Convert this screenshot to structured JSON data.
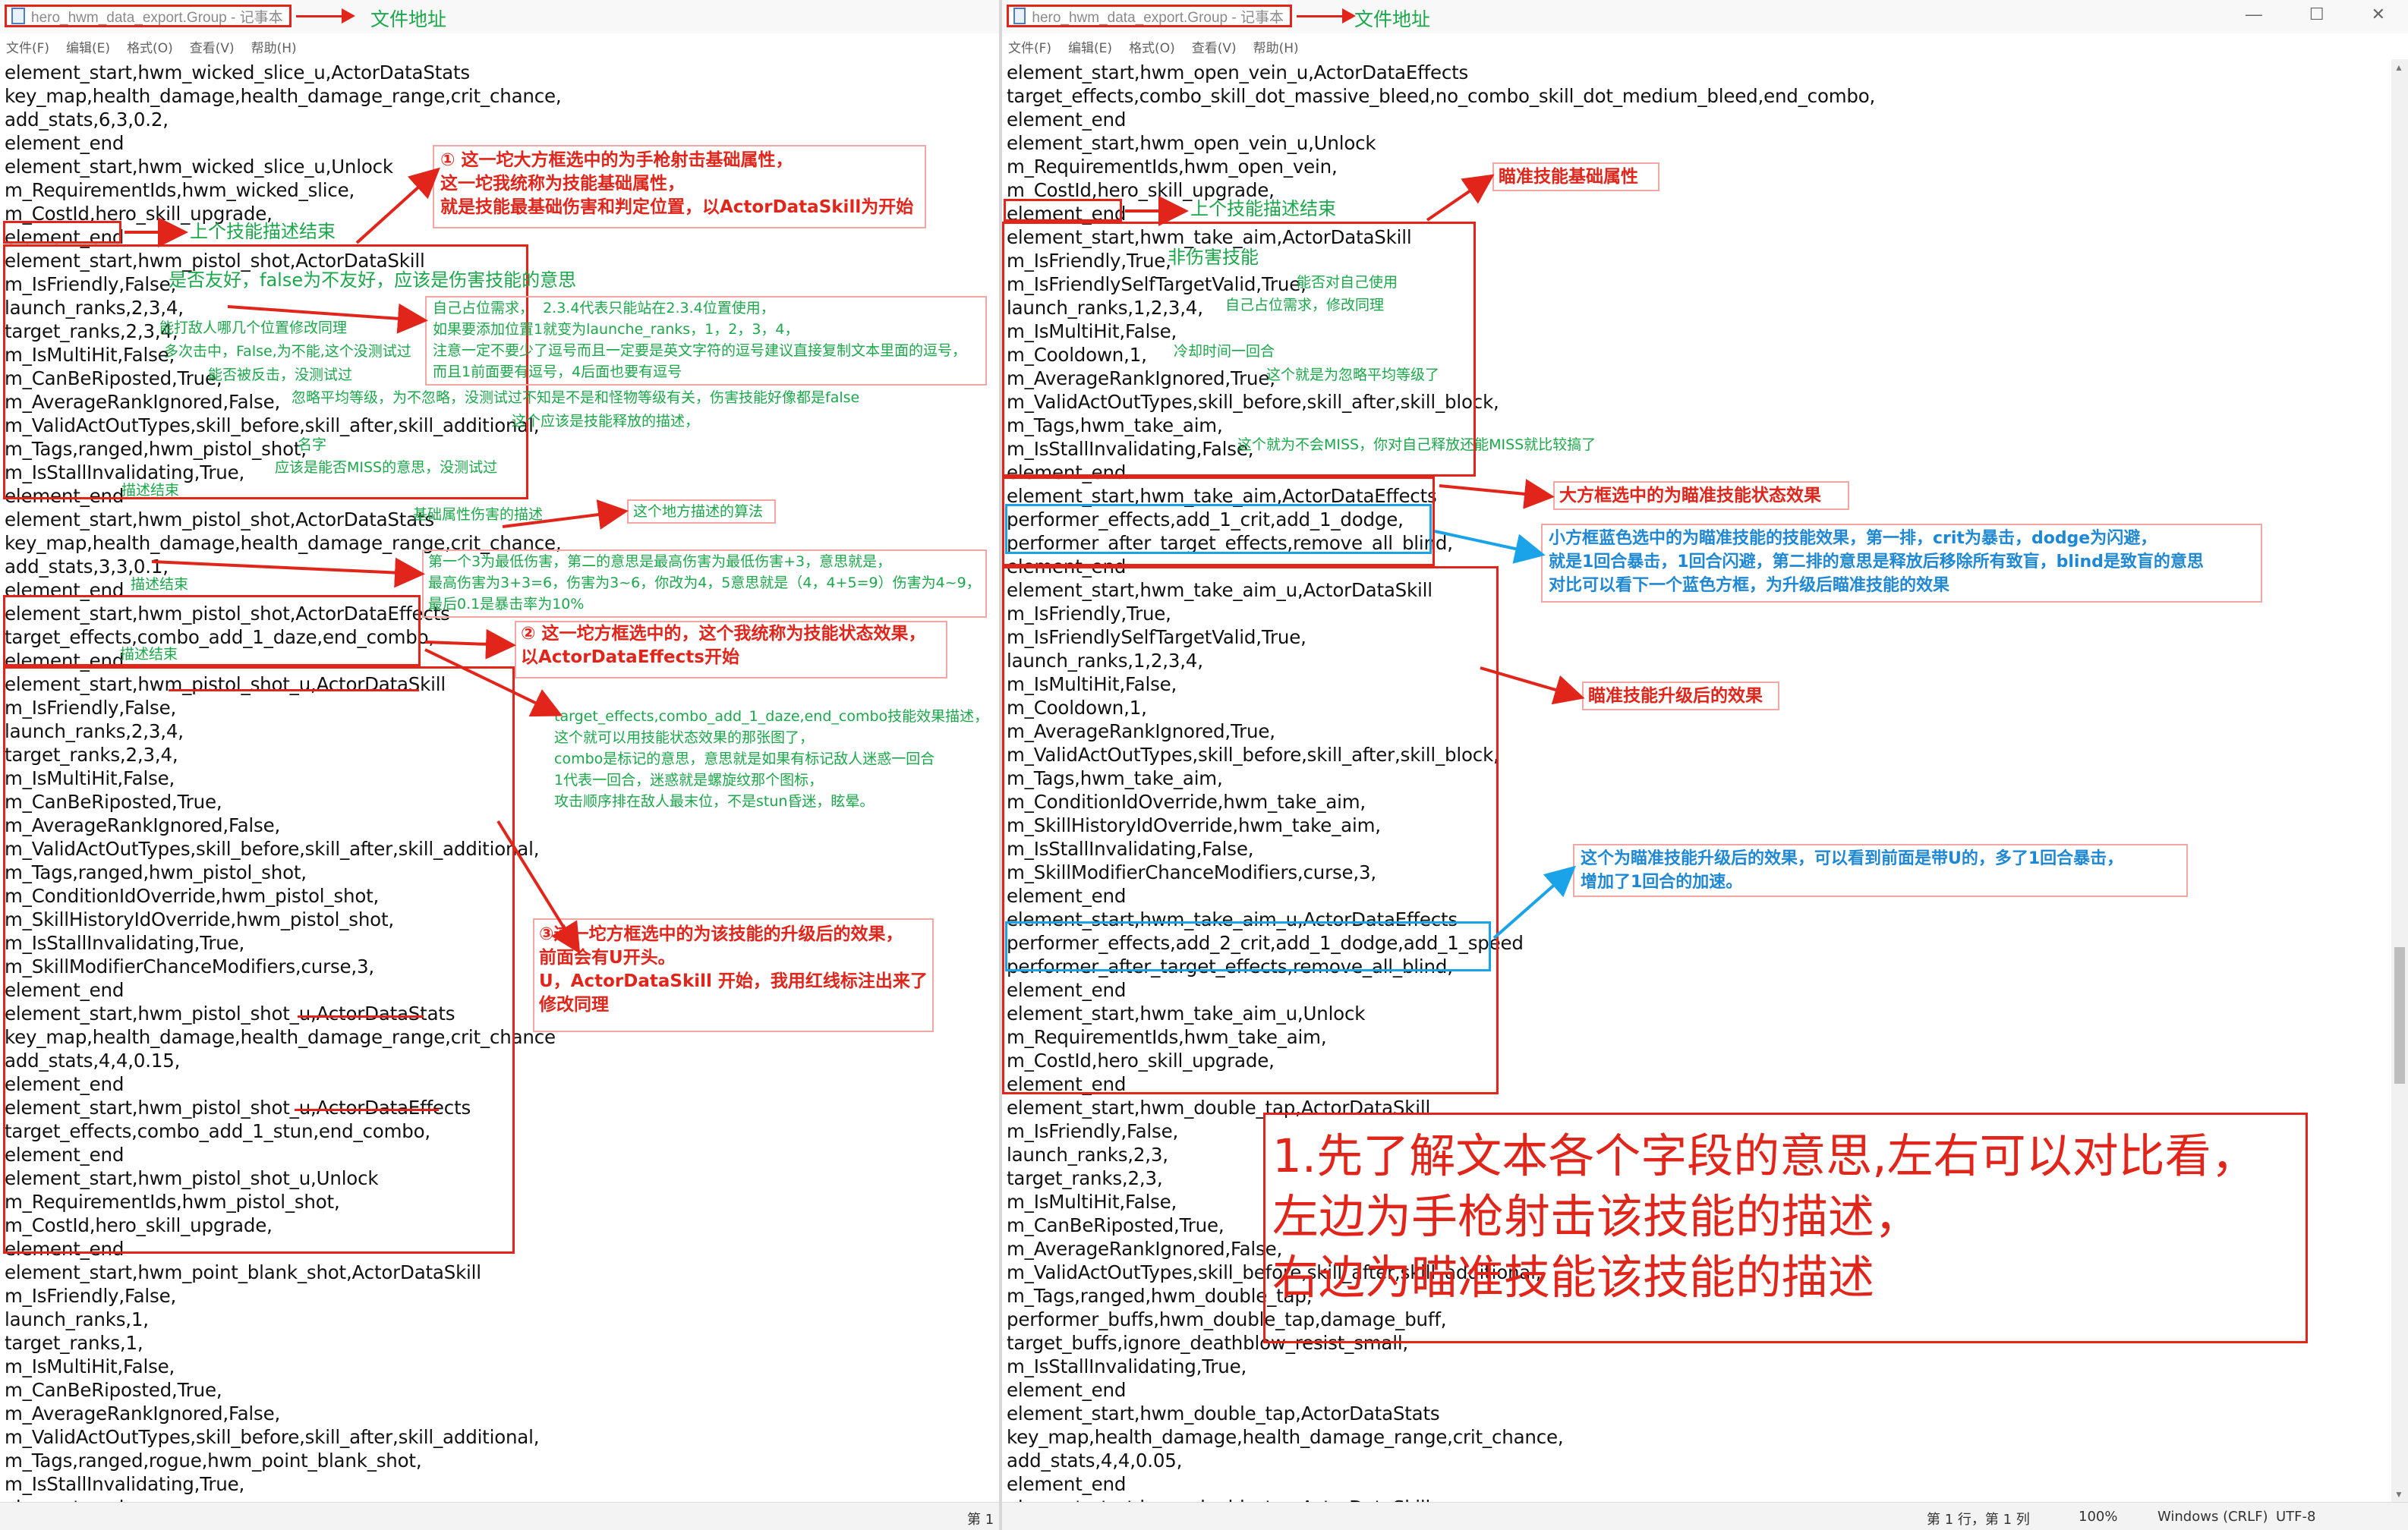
{
  "left_window": {
    "title": "hero_hwm_data_export.Group - 记事本",
    "title_note": "文件地址",
    "menu": [
      "文件(F)",
      "编辑(E)",
      "格式(O)",
      "查看(V)",
      "帮助(H)"
    ],
    "lines": [
      "element_start,hwm_wicked_slice_u,ActorDataStats",
      "key_map,health_damage,health_damage_range,crit_chance,",
      "add_stats,6,3,0.2,",
      "element_end",
      "element_start,hwm_wicked_slice_u,Unlock",
      "m_RequirementIds,hwm_wicked_slice,",
      "m_CostId,hero_skill_upgrade,",
      "element_end",
      "element_start,hwm_pistol_shot,ActorDataSkill",
      "m_IsFriendly,False,",
      "launch_ranks,2,3,4,",
      "target_ranks,2,3,4,",
      "m_IsMultiHit,False,",
      "m_CanBeRiposted,True,",
      "m_AverageRankIgnored,False,",
      "m_ValidActOutTypes,skill_before,skill_after,skill_additional,",
      "m_Tags,ranged,hwm_pistol_shot,",
      "m_IsStallInvalidating,True,",
      "element_end",
      "element_start,hwm_pistol_shot,ActorDataStats",
      "key_map,health_damage,health_damage_range,crit_chance,",
      "add_stats,3,3,0.1,",
      "element_end",
      "element_start,hwm_pistol_shot,ActorDataEffects",
      "target_effects,combo_add_1_daze,end_combo,",
      "element_end",
      "element_start,hwm_pistol_shot_u,ActorDataSkill",
      "m_IsFriendly,False,",
      "launch_ranks,2,3,4,",
      "target_ranks,2,3,4,",
      "m_IsMultiHit,False,",
      "m_CanBeRiposted,True,",
      "m_AverageRankIgnored,False,",
      "m_ValidActOutTypes,skill_before,skill_after,skill_additional,",
      "m_Tags,ranged,hwm_pistol_shot,",
      "m_ConditionIdOverride,hwm_pistol_shot,",
      "m_SkillHistoryIdOverride,hwm_pistol_shot,",
      "m_IsStallInvalidating,True,",
      "m_SkillModifierChanceModifiers,curse,3,",
      "element_end",
      "element_start,hwm_pistol_shot_u,ActorDataStats",
      "key_map,health_damage,health_damage_range,crit_chance",
      "add_stats,4,4,0.15,",
      "element_end",
      "element_start,hwm_pistol_shot_u,ActorDataEffects",
      "target_effects,combo_add_1_stun,end_combo,",
      "element_end",
      "element_start,hwm_pistol_shot_u,Unlock",
      "m_RequirementIds,hwm_pistol_shot,",
      "m_CostId,hero_skill_upgrade,",
      "element_end",
      "element_start,hwm_point_blank_shot,ActorDataSkill",
      "m_IsFriendly,False,",
      "launch_ranks,1,",
      "target_ranks,1,",
      "m_IsMultiHit,False,",
      "m_CanBeRiposted,True,",
      "m_AverageRankIgnored,False,",
      "m_ValidActOutTypes,skill_before,skill_after,skill_additional,",
      "m_Tags,ranged,rogue,hwm_point_blank_shot,",
      "m_IsStallInvalidating,True,",
      "element_end"
    ],
    "status_text": "第 1"
  },
  "right_window": {
    "title": "hero_hwm_data_export.Group - 记事本",
    "title_note": "文件地址",
    "menu": [
      "文件(F)",
      "编辑(E)",
      "格式(O)",
      "查看(V)",
      "帮助(H)"
    ],
    "lines": [
      "element_start,hwm_open_vein_u,ActorDataEffects",
      "target_effects,combo_skill_dot_massive_bleed,no_combo_skill_dot_medium_bleed,end_combo,",
      "element_end",
      "element_start,hwm_open_vein_u,Unlock",
      "m_RequirementIds,hwm_open_vein,",
      "m_CostId,hero_skill_upgrade,",
      "element_end",
      "element_start,hwm_take_aim,ActorDataSkill",
      "m_IsFriendly,True,",
      "m_IsFriendlySelfTargetValid,True,",
      "launch_ranks,1,2,3,4,",
      "m_IsMultiHit,False,",
      "m_Cooldown,1,",
      "m_AverageRankIgnored,True,",
      "m_ValidActOutTypes,skill_before,skill_after,skill_block,",
      "m_Tags,hwm_take_aim,",
      "m_IsStallInvalidating,False,",
      "element_end",
      "element_start,hwm_take_aim,ActorDataEffects",
      "performer_effects,add_1_crit,add_1_dodge,",
      "performer_after_target_effects,remove_all_blind,",
      "element_end",
      "element_start,hwm_take_aim_u,ActorDataSkill",
      "m_IsFriendly,True,",
      "m_IsFriendlySelfTargetValid,True,",
      "launch_ranks,1,2,3,4,",
      "m_IsMultiHit,False,",
      "m_Cooldown,1,",
      "m_AverageRankIgnored,True,",
      "m_ValidActOutTypes,skill_before,skill_after,skill_block,",
      "m_Tags,hwm_take_aim,",
      "m_ConditionIdOverride,hwm_take_aim,",
      "m_SkillHistoryIdOverride,hwm_take_aim,",
      "m_IsStallInvalidating,False,",
      "m_SkillModifierChanceModifiers,curse,3,",
      "element_end",
      "element_start,hwm_take_aim_u,ActorDataEffects",
      "performer_effects,add_2_crit,add_1_dodge,add_1_speed",
      "performer_after_target_effects,remove_all_blind,",
      "element_end",
      "element_start,hwm_take_aim_u,Unlock",
      "m_RequirementIds,hwm_take_aim,",
      "m_CostId,hero_skill_upgrade,",
      "element_end",
      "element_start,hwm_double_tap,ActorDataSkill",
      "m_IsFriendly,False,",
      "launch_ranks,2,3,",
      "target_ranks,2,3,",
      "m_IsMultiHit,False,",
      "m_CanBeRiposted,True,",
      "m_AverageRankIgnored,False,",
      "m_ValidActOutTypes,skill_before,skill_after,skill_additional,",
      "m_Tags,ranged,hwm_double_tap,",
      "performer_buffs,hwm_double_tap,damage_buff,",
      "target_buffs,ignore_deathblow_resist_small,",
      "m_IsStallInvalidating,True,",
      "element_end",
      "element_start,hwm_double_tap,ActorDataStats",
      "key_map,health_damage,health_damage_range,crit_chance,",
      "add_stats,4,4,0.05,",
      "element_end",
      "element_start,hwm_double_tap,ActorDataSkill"
    ],
    "status": {
      "position": "第 1 行，第 1 列",
      "zoom": "100%",
      "line_ending": "Windows (CRLF)",
      "encoding": "UTF-8"
    },
    "window_controls": [
      "—",
      "☐",
      "✕"
    ]
  },
  "annotations_left": {
    "prev_end_note": "上个技能描述结束",
    "box1_title": "① 这一坨大方框选中的为手枪射击基础属性，\n这一坨我统称为技能基础属性，\n就是技能最基础伤害和判定位置，以ActorDataSkill为开始",
    "friendly_note": "是否友好，false为不友好，应该是伤害技能的意思",
    "launch_note": "自己占位需求，  2.3.4代表只能站在2.3.4位置使用，\n如果要添加位置1就变为launche_ranks，1，2，3，4，\n注意一定不要少了逗号而且一定要是英文字符的逗号建议直接复制文本里面的逗号，\n而且1前面要有逗号，4后面也要有逗号",
    "target_note": "能打敌人哪几个位置修改同理",
    "multihit_note": "多次击中，False,为不能,这个没测试过",
    "riposte_note": "能否被反击，没测试过",
    "avgrank_note": "忽略平均等级，为不忽略，没测试过不知是不是和怪物等级有关，伤害技能好像都是false",
    "actout_note": "这个应该是技能释放的描述，",
    "tags_note": "名字",
    "stall_note": "应该是能否MISS的意思，没测试过",
    "end_note": "描述结束",
    "stats_note": "基础属性伤害的描述",
    "calc_note": "这个地方描述的算法",
    "addstats_note": "第一个3为最低伤害，第二的意思是最高伤害为最低伤害+3，意思就是，\n最高伤害为3+3=6，伤害为3~6，你改为4，5意思就是（4，4+5=9）伤害为4~9，\n最后0.1是暴击率为10%",
    "end_note2": "描述结束",
    "box2_title": "② 这一坨方框选中的，这个我统称为技能状态效果，\n以ActorDataEffects开始",
    "end_note3": "描述结束",
    "effects_note": "target_effects,combo_add_1_daze,end_combo技能效果描述，\n这个就可以用技能状态效果的那张图了，\ncombo是标记的意思，意思就是如果有标记敌人迷惑一回合\n1代表一回合，迷惑就是螺旋纹那个图标，\n攻击顺序排在敌人最末位，不是stun昏迷，眩晕。",
    "box3_title": "③这一坨方框选中的为该技能的升级后的效果，\n前面会有U开头。\nU，ActorDataSkill 开始，我用红线标注出来了\n修改同理"
  },
  "annotations_right": {
    "prev_end_note": "上个技能描述结束",
    "base_label": "瞄准技能基础属性",
    "friendly_note": "非伤害技能",
    "self_note": "能否对自己使用",
    "launch_note": "自己占位需求，修改同理",
    "cooldown_note": "冷却时间一回合",
    "avgrank_note": "这个就是为忽略平均等级了",
    "stall_note": "这个就为不会MISS，你对自己释放还能MISS就比较搞了",
    "effects_label": "大方框选中的为瞄准技能状态效果",
    "blue_note": "小方框蓝色选中的为瞄准技能的技能效果，第一排，crit为暴击，dodge为闪避，\n就是1回合暴击，1回合闪避，第二排的意思是释放后移除所有致盲，blind是致盲的意思\n对比可以看下一个蓝色方框，为升级后瞄准技能的效果",
    "upgrade_label": "瞄准技能升级后的效果",
    "blue_note2": "这个为瞄准技能升级后的效果，可以看到前面是带U的，多了1回合暴击，\n增加了1回合的加速。",
    "big_note": "1.先了解文本各个字段的意思,左右可以对比看，\n左边为手枪射击该技能的描述，\n右边为瞄准技能该技能的描述"
  }
}
